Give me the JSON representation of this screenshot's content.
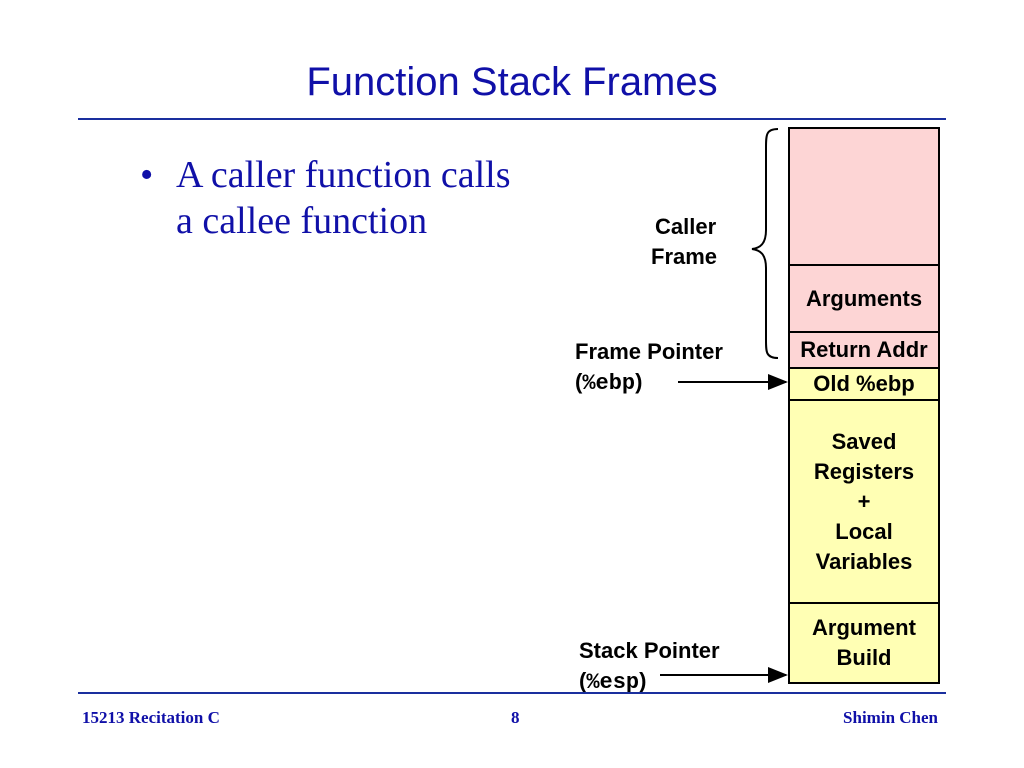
{
  "slide": {
    "title": "Function Stack Frames",
    "bullet_marker": "•",
    "bullet_line1": "A caller function calls",
    "bullet_line2": "a callee function"
  },
  "labels": {
    "caller_frame_line1": "Caller",
    "caller_frame_line2": "Frame",
    "frame_pointer": "Frame Pointer",
    "frame_pointer_reg": "%ebp",
    "stack_pointer": "Stack Pointer",
    "stack_pointer_reg": "%esp",
    "open_paren": "(",
    "close_paren": ")"
  },
  "stack": {
    "arguments": "Arguments",
    "return_addr": "Return Addr",
    "old_ebp": "Old %ebp",
    "saved_line1": "Saved",
    "saved_line2": "Registers",
    "saved_line3": "+",
    "saved_line4": "Local",
    "saved_line5": "Variables",
    "argbuild_line1": "Argument",
    "argbuild_line2": "Build"
  },
  "footer": {
    "left": "15213 Recitation C",
    "center": "8",
    "right": "Shimin Chen"
  },
  "colors": {
    "title": "#1010a8",
    "rule": "#1a2f9e",
    "caller_frame_fill": "#fdd5d5",
    "callee_frame_fill": "#ffffb4"
  }
}
